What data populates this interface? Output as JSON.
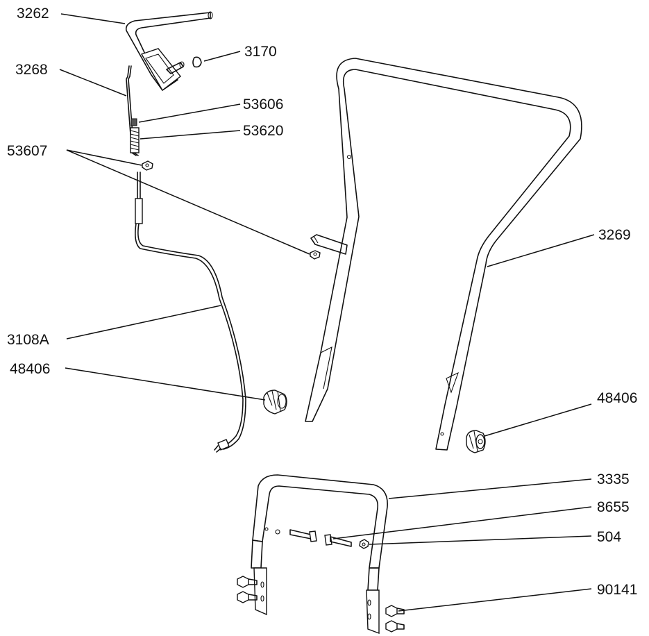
{
  "labels": {
    "l3262": "3262",
    "l3170": "3170",
    "l3268": "3268",
    "l53606": "53606",
    "l53620": "53620",
    "l53607": "53607",
    "l3269": "3269",
    "l3108A": "3108A",
    "l48406a": "48406",
    "l48406b": "48406",
    "l3335": "3335",
    "l8655": "8655",
    "l504": "504",
    "l90141": "90141"
  }
}
